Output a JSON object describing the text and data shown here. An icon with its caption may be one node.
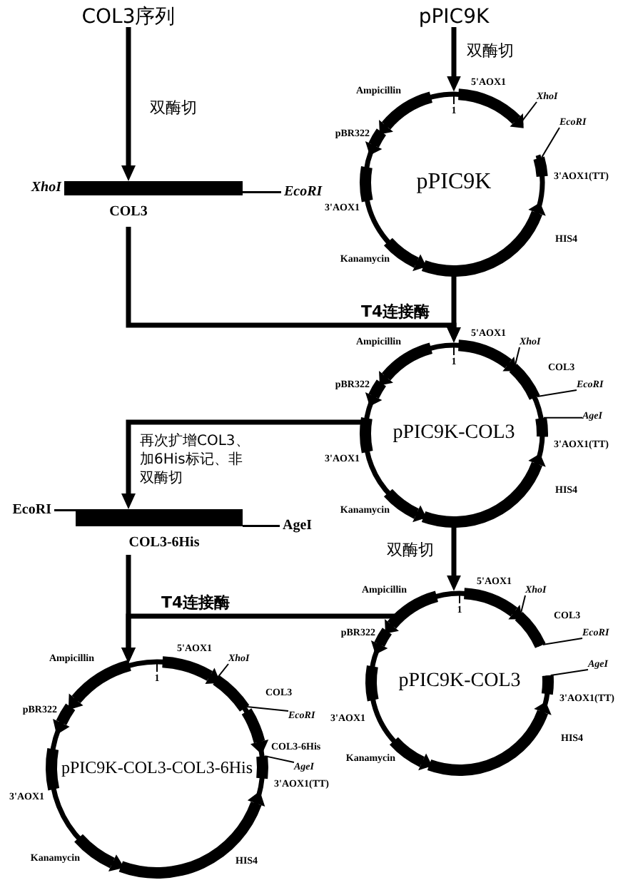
{
  "diagram": {
    "nodes": [
      {
        "text": [
          "COL3序列"
        ]
      },
      {
        "text": [
          "pPIC9K"
        ]
      },
      {
        "text": [
          "COL3"
        ],
        "beside": [
          "XhoI",
          "EcoRI"
        ]
      },
      {
        "text": [
          "1",
          "pPIC9K"
        ],
        "beside": [
          "Ampicillin",
          "5'AOX1",
          "pBR322",
          "3'AOX1(TT)",
          "3'AOX1",
          "Kanamycin",
          "HIS4"
        ]
      },
      {
        "text": [
          "1",
          "pPIC9K-COL3"
        ],
        "beside": [
          "Ampicillin",
          "5'AOX1",
          "pBR322",
          "COL3",
          "3'AOX1(TT)",
          "3'AOX1",
          "Kanamycin",
          "HIS4"
        ]
      },
      {
        "text": [
          "COL3-6His"
        ],
        "beside": [
          "EcoRI",
          "AgeI"
        ]
      },
      {
        "text": [
          "1",
          "pPIC9K-COL3"
        ],
        "beside": [
          "Ampicillin",
          "5'AOX1",
          "pBR322",
          "COL3",
          "3'AOX1(TT)",
          "3'AOX1",
          "Kanamycin",
          "HIS4"
        ]
      },
      {
        "text": [
          "1",
          "pPIC9K-COL3-COL3-6His"
        ],
        "beside": [
          "Ampicillin",
          "5'AOX1",
          "pBR322",
          "COL3",
          "COL3-6His",
          "3'AOX1",
          "3'AOX1(TT)",
          "Kanamycin",
          "HIS4"
        ]
      },
      {
        "text": [
          "XhoI"
        ]
      },
      {
        "text": [
          "EcoRI"
        ]
      },
      {
        "text": [
          "XhoI"
        ]
      },
      {
        "text": [
          "EcoRI"
        ]
      },
      {
        "text": [
          "AgeI"
        ]
      },
      {
        "text": [
          "XhoI"
        ]
      },
      {
        "text": [
          "EcoRI"
        ]
      },
      {
        "text": [
          "AgeI"
        ]
      },
      {
        "text": [
          "XhoI"
        ]
      },
      {
        "text": [
          "EcoRI"
        ]
      },
      {
        "text": [
          "AgeI"
        ]
      }
    ],
    "edges": [
      {
        "from": 0,
        "to": 2,
        "arrow": "to",
        "label": "双酶切",
        "style": "thick"
      },
      {
        "from": 1,
        "to": 3,
        "arrow": "to",
        "label": "双酶切",
        "style": "thick"
      },
      {
        "from": 2,
        "to": 4,
        "arrow": "to",
        "label": "T4连接酶",
        "style": "thick"
      },
      {
        "from": 3,
        "to": 4,
        "arrow": "to",
        "style": "thick"
      },
      {
        "from": 4,
        "to": 5,
        "arrow": "to",
        "label": "再次扩增COL3、加6His标记、非双酶切",
        "style": "thick"
      },
      {
        "from": 4,
        "to": 6,
        "arrow": "to",
        "label": "双酶切",
        "style": "thick"
      },
      {
        "from": 5,
        "to": 7,
        "arrow": "to",
        "style": "thick"
      },
      {
        "from": 6,
        "to": 7,
        "arrow": "to",
        "label": "T4连接酶",
        "style": "thick"
      },
      {
        "from": 8,
        "to": 3,
        "arrow": "none"
      },
      {
        "from": 9,
        "to": 3,
        "arrow": "none"
      },
      {
        "from": 10,
        "to": 4,
        "arrow": "none"
      },
      {
        "from": 11,
        "to": 4,
        "arrow": "none"
      },
      {
        "from": 12,
        "to": 4,
        "arrow": "none"
      },
      {
        "from": 13,
        "to": 6,
        "arrow": "none"
      },
      {
        "from": 14,
        "to": 6,
        "arrow": "none"
      },
      {
        "from": 15,
        "to": 6,
        "arrow": "none"
      },
      {
        "from": 16,
        "to": 7,
        "arrow": "none"
      },
      {
        "from": 17,
        "to": 7,
        "arrow": "none"
      },
      {
        "from": 18,
        "to": 7,
        "arrow": "none"
      }
    ]
  }
}
